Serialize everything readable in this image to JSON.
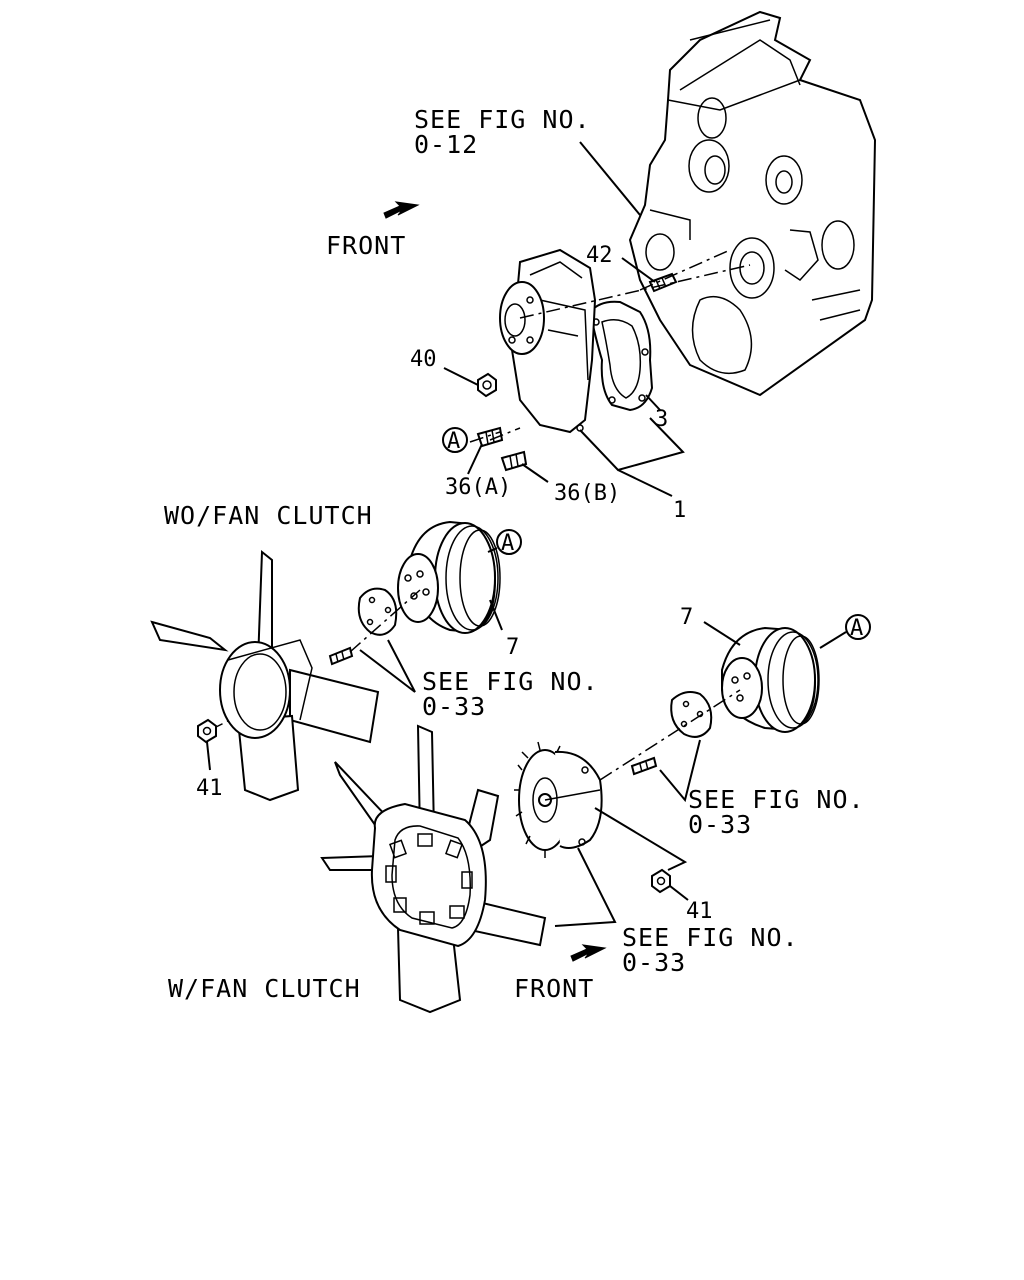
{
  "labels": {
    "see_fig_top_line1": "SEE FIG NO.",
    "see_fig_top_line2": "0-12",
    "front_top": "FRONT",
    "wo_fan_clutch": "WO/FAN CLUTCH",
    "see_fig_mid_line1": "SEE FIG NO.",
    "see_fig_mid_line2": "0-33",
    "see_fig_right_line1": "SEE FIG NO.",
    "see_fig_right_line2": "0-33",
    "see_fig_bottom_line1": "SEE FIG NO.",
    "see_fig_bottom_line2": "0-33",
    "w_fan_clutch": "W/FAN CLUTCH",
    "front_bottom": "FRONT"
  },
  "callouts": {
    "c42": "42",
    "c40": "40",
    "c3": "3",
    "c36a": "36(A)",
    "c36b": "36(B)",
    "c1": "1",
    "c7_upper": "7",
    "c7_lower": "7",
    "c41_left": "41",
    "c41_right": "41",
    "ref_a_pump": "A",
    "ref_a_upper_pulley": "A",
    "ref_a_lower_pulley": "A"
  }
}
